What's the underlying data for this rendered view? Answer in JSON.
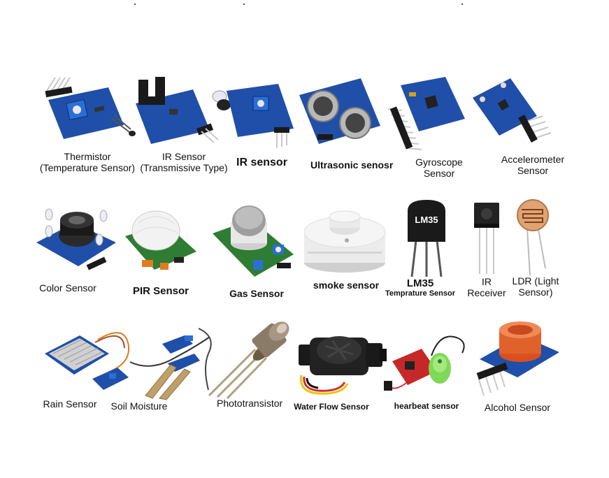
{
  "row1": {
    "thermistor": {
      "line1": "Thermistor",
      "line2": "(Temperature Sensor)"
    },
    "ir_transmissive": {
      "line1": "IR Sensor",
      "line2": "(Transmissive Type)"
    },
    "ir_sensor": {
      "line1": "IR sensor"
    },
    "ultrasonic": {
      "line1": "Ultrasonic senosr"
    },
    "gyroscope": {
      "line1": "Gyroscope",
      "line2": "Sensor"
    },
    "accelerometer": {
      "line1": "Accelerometer",
      "line2": "Sensor"
    }
  },
  "row2": {
    "color": {
      "line1": "Color Sensor"
    },
    "pir": {
      "line1": "PIR Sensor"
    },
    "gas": {
      "line1": "Gas Sensor"
    },
    "smoke": {
      "line1": "smoke sensor"
    },
    "lm35": {
      "line1": "LM35",
      "line2": "Temprature Sensor",
      "chip_text": "LM35"
    },
    "ir_receiver": {
      "line1": "IR",
      "line2": "Receiver"
    },
    "ldr": {
      "line1": "LDR (Light",
      "line2": "Sensor)"
    }
  },
  "row3": {
    "rain": {
      "line1": "Rain Sensor"
    },
    "soil": {
      "line1": "Soil Moisture"
    },
    "phototransistor": {
      "line1": "Phototransistor"
    },
    "water_flow": {
      "line1": "Water Flow Sensor"
    },
    "heartbeat": {
      "line1": "hearbeat sensor"
    },
    "alcohol": {
      "line1": "Alcohol Sensor"
    }
  },
  "colors": {
    "pcb_blue": "#1f4fa8",
    "pcb_green": "#2e7d32",
    "pcb_red": "#c62828",
    "header_black": "#1a1a1a",
    "pin_silver": "#c8c8c8",
    "pot_blue": "#2a6fd6",
    "alcohol_orange": "#e0622a"
  }
}
